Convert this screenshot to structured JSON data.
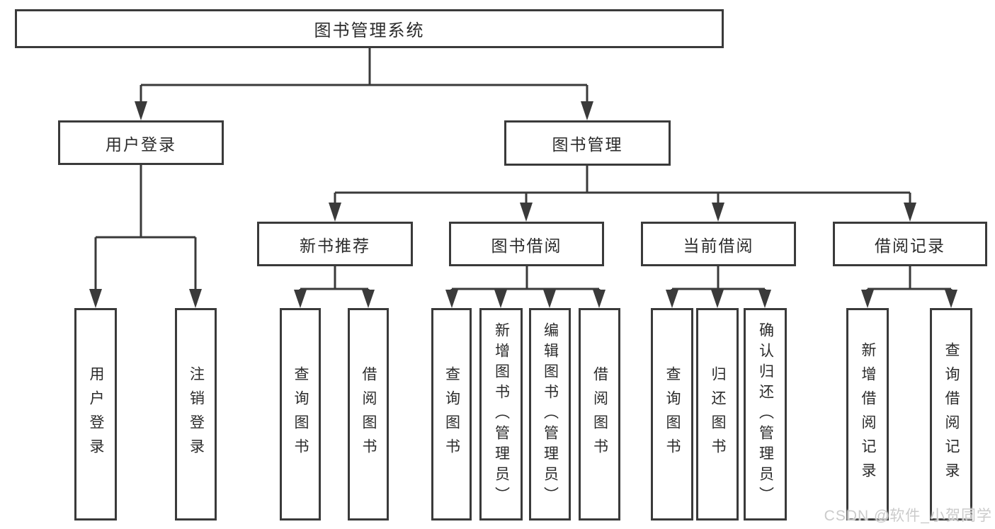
{
  "diagram": {
    "nodes": {
      "root": "图书管理系统",
      "user_login": "用户登录",
      "book_mgmt": "图书管理",
      "new_books": "新书推荐",
      "book_borrow": "图书借阅",
      "current_borrow": "当前借阅",
      "borrow_records": "借阅记录"
    },
    "leaves": {
      "user_login": [
        "用户登录",
        "注销登录"
      ],
      "new_books": [
        "查询图书",
        "借阅图书"
      ],
      "book_borrow": [
        "查询图书",
        "新增图书（管理员）",
        "编辑图书（管理员）",
        "借阅图书"
      ],
      "current_borrow": [
        "查询图书",
        "归还图书",
        "确认归还（管理员）"
      ],
      "borrow_records": [
        "新增借阅记录",
        "查询借阅记录"
      ]
    }
  },
  "watermark": "CSDN @软件_小贺同学",
  "colors": {
    "line": "#3a3a3a",
    "text": "#2b2b2b",
    "watermark": "#cbcbcb",
    "background": "#ffffff"
  }
}
